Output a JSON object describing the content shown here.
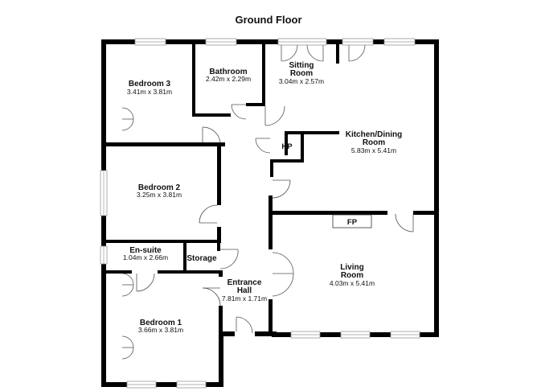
{
  "title": "Ground Floor",
  "rooms": {
    "bedroom3": {
      "name": "Bedroom 3",
      "dims": "3.41m x 3.81m"
    },
    "bathroom": {
      "name": "Bathroom",
      "dims": "2.42m x 2.29m"
    },
    "sitting": {
      "name_1": "Sitting",
      "name_2": "Room",
      "dims": "3.04m x 2.57m"
    },
    "kitchen": {
      "name_1": "Kitchen/Dining",
      "name_2": "Room",
      "dims": "5.83m x 5.41m"
    },
    "bedroom2": {
      "name": "Bedroom 2",
      "dims": "3.25m x 3.81m"
    },
    "ensuite": {
      "name": "En-suite",
      "dims": "1.04m x 2.66m"
    },
    "storage": {
      "name": "Storage"
    },
    "hall": {
      "name_1": "Entrance",
      "name_2": "Hall",
      "dims": "7.81m x 1.71m"
    },
    "living": {
      "name_1": "Living",
      "name_2": "Room",
      "dims": "4.03m x 5.41m"
    },
    "bedroom1": {
      "name": "Bedroom 1",
      "dims": "3.66m x 3.81m"
    }
  },
  "labels": {
    "hp": "HP",
    "fp": "FP"
  }
}
